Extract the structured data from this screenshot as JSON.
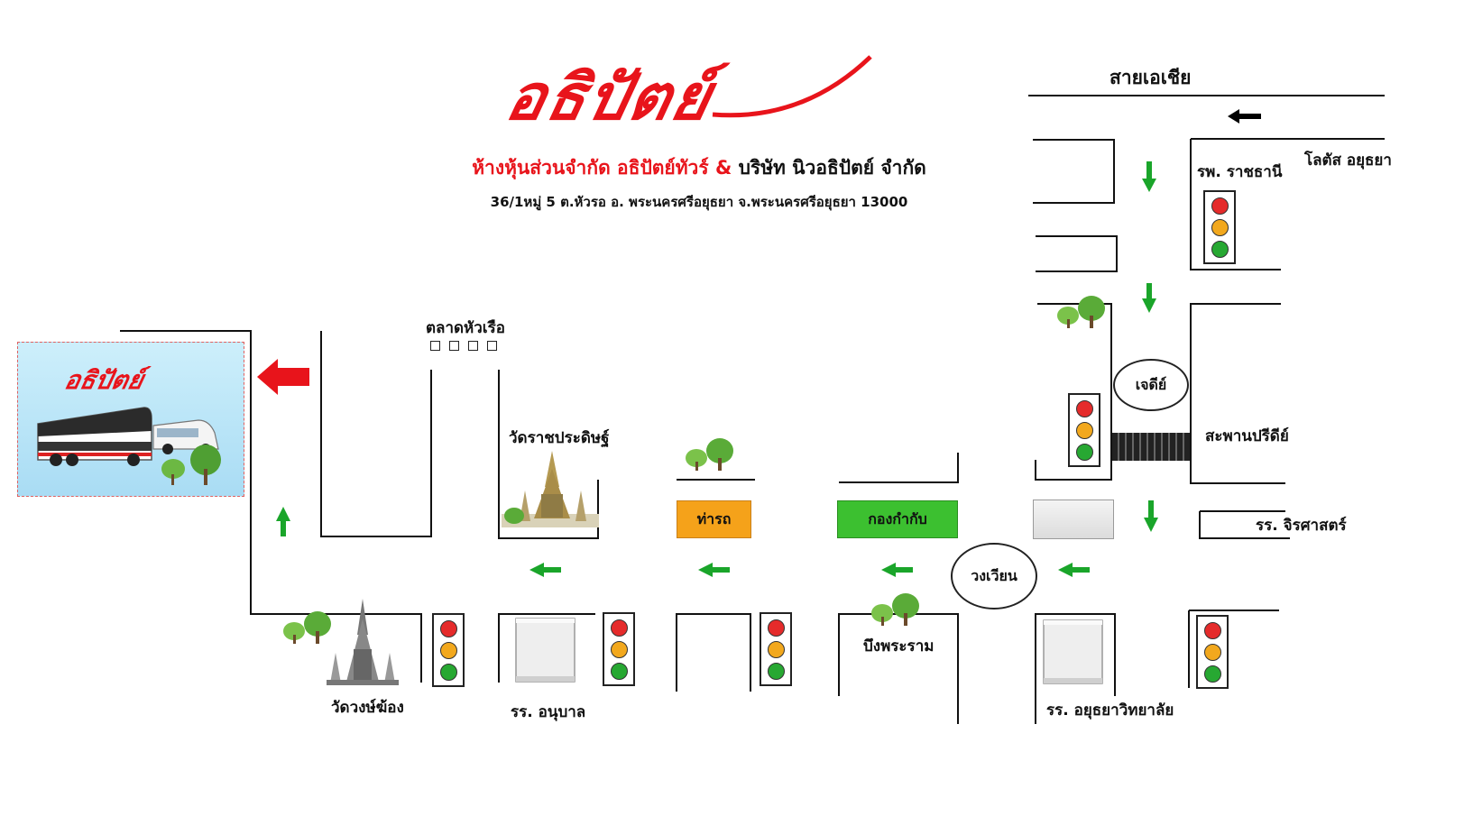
{
  "logo_text": "อธิปัตย์",
  "header": {
    "company_part1": "ห้างหุ้นส่วนจำกัด อธิปัตย์ทัวร์ &",
    "company_part2": "บริษัท นิวอธิปัตย์ จำกัด",
    "address": "36/1หมู่ 5 ต.หัวรอ อ. พระนครศรีอยุธยา จ.พระนครศรีอยุธยา 13000"
  },
  "labels": {
    "asia_road": "สายเอเชีย",
    "lotus": "โลตัส อยุธยา",
    "ratchathani_hospital": "รพ. ราชธานี",
    "chedi": "เจดีย์",
    "preedee_bridge": "สะพานปรีดีย์",
    "jirasat_school": "รร. จิรศาสตร์",
    "market": "ตลาดหัวเรือ",
    "wat_ratchapradit": "วัดราชประดิษฐ์",
    "bus_station": "ท่ารถ",
    "garrison": "กองกำกับ",
    "roundabout": "วงเวียน",
    "bueng_phra_ram": "บึงพระราม",
    "wat_wong_khong": "วัดวงษ์ฆ้อง",
    "anuban_school": "รร. อนุบาล",
    "ayutthaya_school": "รร. อยุธยาวิทยาลัย"
  },
  "colors": {
    "brand_red": "#e8141b",
    "arrow_green": "#1aa52a",
    "arrow_black": "#000000",
    "bus_station_orange": "#f5a21a",
    "garrison_green": "#3cc030",
    "card_blue": "#b9e4f8"
  },
  "icons": [
    "traffic-light-icon",
    "tree-icon",
    "temple-icon",
    "building-icon",
    "arrow-icon",
    "bus-icon",
    "van-icon"
  ]
}
